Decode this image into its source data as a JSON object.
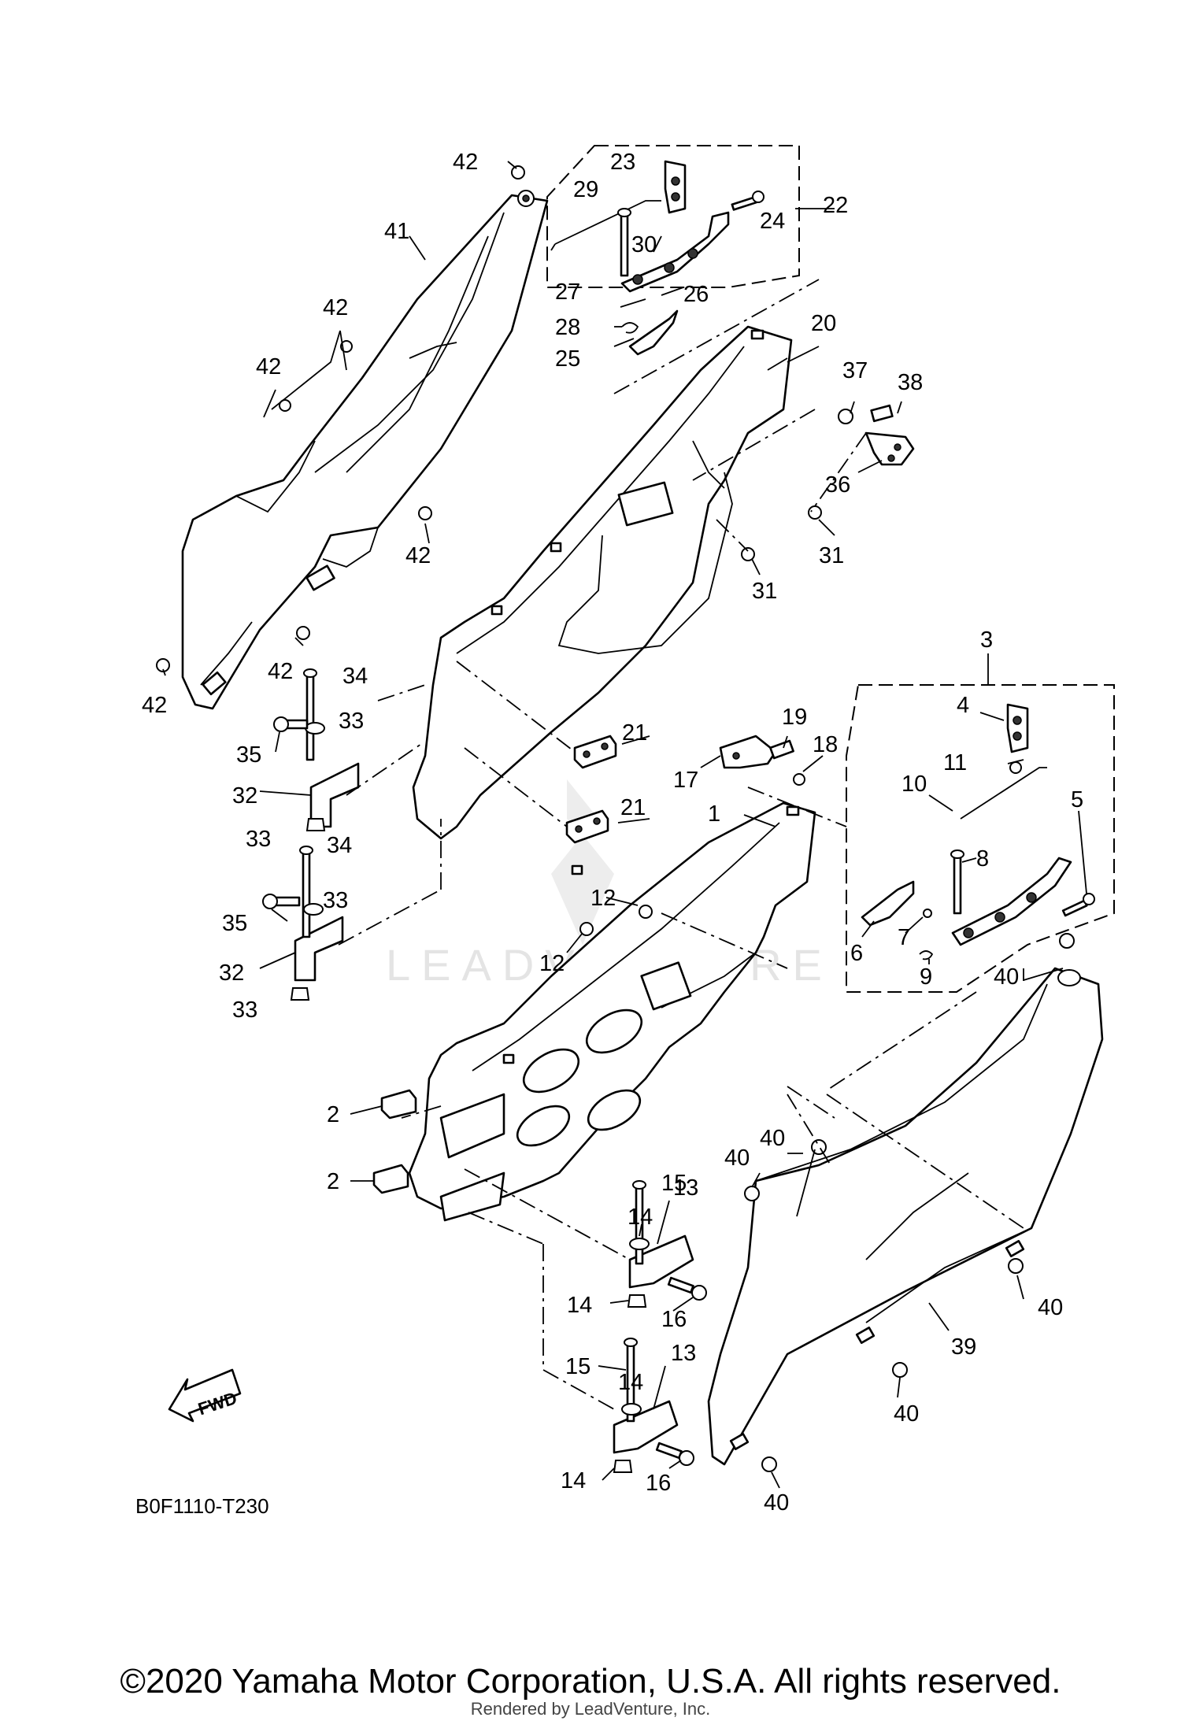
{
  "diagram": {
    "code": "B0F1110-T230",
    "fwd_label": "FWD",
    "watermark": "LEADVENTURE",
    "callouts": [
      {
        "id": "c1",
        "text": "1"
      },
      {
        "id": "c2a",
        "text": "2"
      },
      {
        "id": "c2b",
        "text": "2"
      },
      {
        "id": "c3",
        "text": "3"
      },
      {
        "id": "c4",
        "text": "4"
      },
      {
        "id": "c5",
        "text": "5"
      },
      {
        "id": "c6",
        "text": "6"
      },
      {
        "id": "c7",
        "text": "7"
      },
      {
        "id": "c8",
        "text": "8"
      },
      {
        "id": "c9",
        "text": "9"
      },
      {
        "id": "c10",
        "text": "10"
      },
      {
        "id": "c11",
        "text": "11"
      },
      {
        "id": "c12a",
        "text": "12"
      },
      {
        "id": "c12b",
        "text": "12"
      },
      {
        "id": "c13a",
        "text": "13"
      },
      {
        "id": "c13b",
        "text": "13"
      },
      {
        "id": "c14a",
        "text": "14"
      },
      {
        "id": "c14b",
        "text": "14"
      },
      {
        "id": "c14c",
        "text": "14"
      },
      {
        "id": "c14d",
        "text": "14"
      },
      {
        "id": "c15a",
        "text": "15"
      },
      {
        "id": "c15b",
        "text": "15"
      },
      {
        "id": "c16a",
        "text": "16"
      },
      {
        "id": "c16b",
        "text": "16"
      },
      {
        "id": "c17",
        "text": "17"
      },
      {
        "id": "c18",
        "text": "18"
      },
      {
        "id": "c19",
        "text": "19"
      },
      {
        "id": "c20",
        "text": "20"
      },
      {
        "id": "c21a",
        "text": "21"
      },
      {
        "id": "c21b",
        "text": "21"
      },
      {
        "id": "c22",
        "text": "22"
      },
      {
        "id": "c23",
        "text": "23"
      },
      {
        "id": "c24",
        "text": "24"
      },
      {
        "id": "c25",
        "text": "25"
      },
      {
        "id": "c26",
        "text": "26"
      },
      {
        "id": "c27",
        "text": "27"
      },
      {
        "id": "c28",
        "text": "28"
      },
      {
        "id": "c29",
        "text": "29"
      },
      {
        "id": "c30",
        "text": "30"
      },
      {
        "id": "c31a",
        "text": "31"
      },
      {
        "id": "c31b",
        "text": "31"
      },
      {
        "id": "c32a",
        "text": "32"
      },
      {
        "id": "c32b",
        "text": "32"
      },
      {
        "id": "c33a",
        "text": "33"
      },
      {
        "id": "c33b",
        "text": "33"
      },
      {
        "id": "c33c",
        "text": "33"
      },
      {
        "id": "c33d",
        "text": "33"
      },
      {
        "id": "c34a",
        "text": "34"
      },
      {
        "id": "c34b",
        "text": "34"
      },
      {
        "id": "c35a",
        "text": "35"
      },
      {
        "id": "c35b",
        "text": "35"
      },
      {
        "id": "c36",
        "text": "36"
      },
      {
        "id": "c37",
        "text": "37"
      },
      {
        "id": "c38",
        "text": "38"
      },
      {
        "id": "c39",
        "text": "39"
      },
      {
        "id": "c40a",
        "text": "40"
      },
      {
        "id": "c40b",
        "text": "40"
      },
      {
        "id": "c40c",
        "text": "40"
      },
      {
        "id": "c40d",
        "text": "40"
      },
      {
        "id": "c40e",
        "text": "40"
      },
      {
        "id": "c40f",
        "text": "40"
      },
      {
        "id": "c41",
        "text": "41"
      },
      {
        "id": "c42a",
        "text": "42"
      },
      {
        "id": "c42b",
        "text": "42"
      },
      {
        "id": "c42c",
        "text": "42"
      },
      {
        "id": "c42d",
        "text": "42"
      },
      {
        "id": "c42e",
        "text": "42"
      },
      {
        "id": "c42f",
        "text": "42"
      }
    ]
  },
  "footer": {
    "copyright": "©2020 Yamaha Motor Corporation, U.S.A. All rights reserved.",
    "rendered_by": "Rendered by LeadVenture, Inc."
  }
}
